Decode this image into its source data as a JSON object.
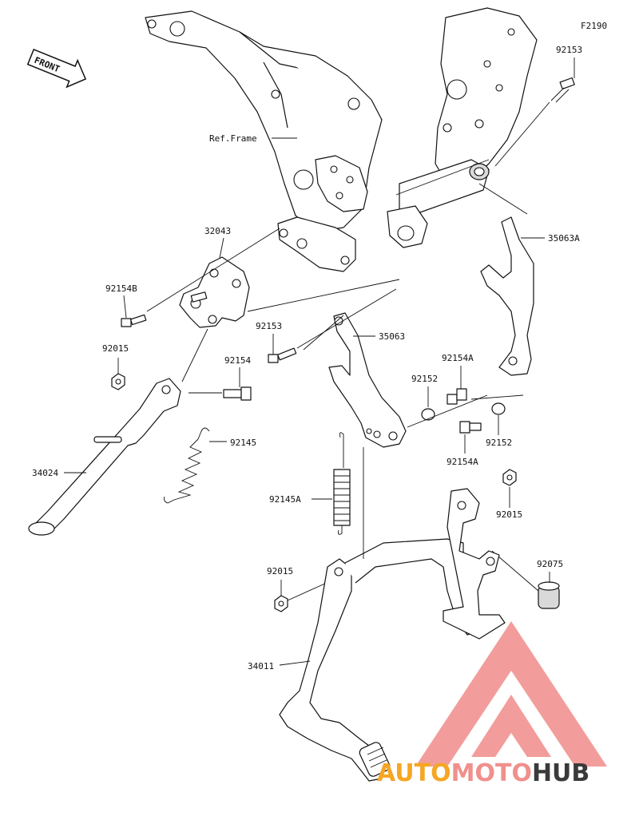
{
  "diagram": {
    "code": "F2190",
    "front_label": "FRONT",
    "frame_label": "Ref.Frame"
  },
  "callouts": [
    {
      "id": "c-92153-top",
      "text": "92153"
    },
    {
      "id": "c-35063a",
      "text": "35063A"
    },
    {
      "id": "c-32043",
      "text": "32043"
    },
    {
      "id": "c-92154b",
      "text": "92154B"
    },
    {
      "id": "c-92153-mid",
      "text": "92153"
    },
    {
      "id": "c-35063",
      "text": "35063"
    },
    {
      "id": "c-92015-left",
      "text": "92015"
    },
    {
      "id": "c-92154",
      "text": "92154"
    },
    {
      "id": "c-92154a-top",
      "text": "92154A"
    },
    {
      "id": "c-92152-top",
      "text": "92152"
    },
    {
      "id": "c-92152-bot",
      "text": "92152"
    },
    {
      "id": "c-92154a-bot",
      "text": "92154A"
    },
    {
      "id": "c-92145",
      "text": "92145"
    },
    {
      "id": "c-34024",
      "text": "34024"
    },
    {
      "id": "c-92145a",
      "text": "92145A"
    },
    {
      "id": "c-92015-right",
      "text": "92015"
    },
    {
      "id": "c-92075",
      "text": "92075"
    },
    {
      "id": "c-92015-bot",
      "text": "92015"
    },
    {
      "id": "c-34011",
      "text": "34011"
    }
  ],
  "watermark": {
    "part1": "AUTO",
    "part2": "MOTO",
    "part3": "HUB",
    "colors": {
      "auto": "#f5a623",
      "moto": "#f0908c",
      "hub": "#3a3a3a",
      "logo": "#f08c8a"
    }
  }
}
